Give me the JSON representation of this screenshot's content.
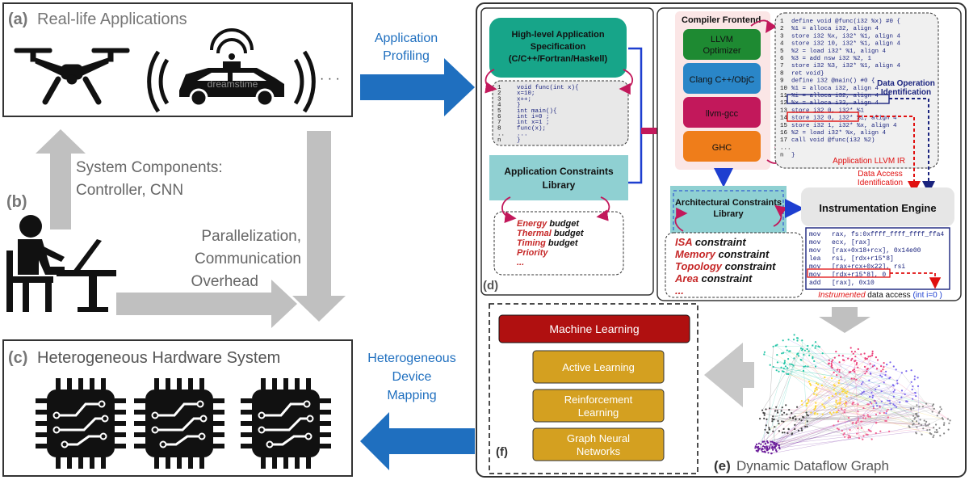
{
  "panel_a": {
    "label": "(a)",
    "title": "Real-life Applications",
    "ellipsis": "· · ·",
    "watermark": "dreamstime"
  },
  "panel_b": {
    "label": "(b)",
    "components_line1": "System Components:",
    "components_line2": "Controller, CNN",
    "overhead_line1": "Parallelization,",
    "overhead_line2": "Communication",
    "overhead_line3": "Overhead"
  },
  "panel_c": {
    "label": "(c)",
    "title": "Heterogeneous Hardware System"
  },
  "arrow_profiling": {
    "line1": "Application",
    "line2": "Profiling"
  },
  "arrow_mapping": {
    "line1": "Heterogeneous",
    "line2": "Device",
    "line3": "Mapping"
  },
  "panel_d": {
    "label": "(d)",
    "spec_line1": "High-level Application",
    "spec_line2": "Specification",
    "spec_line3": "(C/C++/Fortran/Haskell)",
    "code_lines": [
      {
        "n": "1",
        "t": "void func(int x){"
      },
      {
        "n": "2",
        "t": "   x=10;"
      },
      {
        "n": "3",
        "t": "   x++;"
      },
      {
        "n": "4",
        "t": "}"
      },
      {
        "n": "5",
        "t": "int main(){"
      },
      {
        "n": "6",
        "t": "   int i=0 ;"
      },
      {
        "n": "7",
        "t": "   int x=1 ;"
      },
      {
        "n": "8",
        "t": "   func(x);"
      },
      {
        "n": "..",
        "t": "   ..."
      },
      {
        "n": "n",
        "t": "}"
      }
    ],
    "constraints_line1": "Application Constraints",
    "constraints_line2": "Library",
    "budgets": [
      {
        "key": "Energy",
        "rest": " budget"
      },
      {
        "key": "Thermal",
        "rest": " budget"
      },
      {
        "key": "Timing",
        "rest": " budget"
      },
      {
        "key": "Priority",
        "rest": ""
      },
      {
        "key": "...",
        "rest": ""
      }
    ]
  },
  "compiler": {
    "title": "Compiler Frontend",
    "blocks": [
      "LLVM Optimizer",
      "Clang C++/ObjC",
      "llvm-gcc",
      "GHC"
    ],
    "ir_lines": [
      {
        "n": "1",
        "t": "define void @func(i32 %x) #0 {"
      },
      {
        "n": "2",
        "t": "%1 = alloca i32, align 4"
      },
      {
        "n": "3",
        "t": "store i32 %x, i32* %1, align 4"
      },
      {
        "n": "4",
        "t": "store i32 10, i32* %1, align 4"
      },
      {
        "n": "5",
        "t": "%2 = load i32* %1, align 4"
      },
      {
        "n": "6",
        "t": "%3 = add nsw i32 %2, 1"
      },
      {
        "n": "7",
        "t": "store i32 %3, i32* %1, align 4"
      },
      {
        "n": "8",
        "t": "ret void}"
      },
      {
        "n": "9",
        "t": "define i32 @main() #0 {"
      },
      {
        "n": "10",
        "t": "%1 = alloca i32, align 4"
      },
      {
        "n": "11",
        "t": "%i = alloca i32, align 4"
      },
      {
        "n": "12",
        "t": "%x = alloca i32, align 4"
      },
      {
        "n": "13",
        "t": "store i32 0, i32* %1"
      },
      {
        "n": "14",
        "t": "store i32 0, i32* %i, align 4"
      },
      {
        "n": "15",
        "t": "store i32 1, i32* %x, align 4"
      },
      {
        "n": "16",
        "t": "%2 = load i32* %x, align 4"
      },
      {
        "n": "17",
        "t": "call void @func(i32 %2)"
      },
      {
        "n": "...",
        "t": ""
      },
      {
        "n": "n",
        "t": "}"
      }
    ],
    "ir_caption": "Application LLVM IR",
    "data_op_line1": "Data Operation",
    "data_op_line2": "Identification",
    "data_access_line1": "Data Access",
    "data_access_line2": "Identification",
    "arch_line1": "Architectural Constraints",
    "arch_line2": "Library",
    "arch_constraints": [
      {
        "key": "ISA",
        "rest": " constraint"
      },
      {
        "key": "Memory",
        "rest": " constraint"
      },
      {
        "key": "Topology",
        "rest": " constraint"
      },
      {
        "key": "Area",
        "rest": " constraint"
      },
      {
        "key": "...",
        "rest": ""
      }
    ],
    "engine_title": "Instrumentation Engine",
    "asm_lines": [
      {
        "op": "mov",
        "args": "rax,  fs:0xffff_ffff_ffff_ffa4"
      },
      {
        "op": "mov",
        "args": "ecx,  [rax]"
      },
      {
        "op": "mov",
        "args": "[rax+0x18+rcx], 0x14e00"
      },
      {
        "op": "lea",
        "args": "rsi,   [rdx+r15*8]"
      },
      {
        "op": "mov",
        "args": "[rax+rcx+0x22], rsi"
      },
      {
        "op": "mov",
        "args": "[rdx+r15*8], 0"
      },
      {
        "op": "add",
        "args": "[rax], 0x10"
      }
    ],
    "instr_word": "Instrumented",
    "instr_rest": " data access",
    "instr_code": "(int i=0 )"
  },
  "panel_e": {
    "label": "(e)",
    "title": "Dynamic Dataflow Graph"
  },
  "panel_f": {
    "label": "(f)",
    "ml": "Machine Learning",
    "items": [
      {
        "line1": "Active Learning",
        "line2": ""
      },
      {
        "line1": "Reinforcement",
        "line2": "Learning"
      },
      {
        "line1": "Graph Neural",
        "line2": "Networks"
      }
    ]
  },
  "colors": {
    "blue_arrow": "#1f6fbf",
    "teal": "#17a589",
    "light_teal": "#8fd0d2",
    "ml_red": "#b01010",
    "gold": "#d4a020",
    "magenta": "#c2185b",
    "gray_arrow": "#c0c0c0"
  }
}
